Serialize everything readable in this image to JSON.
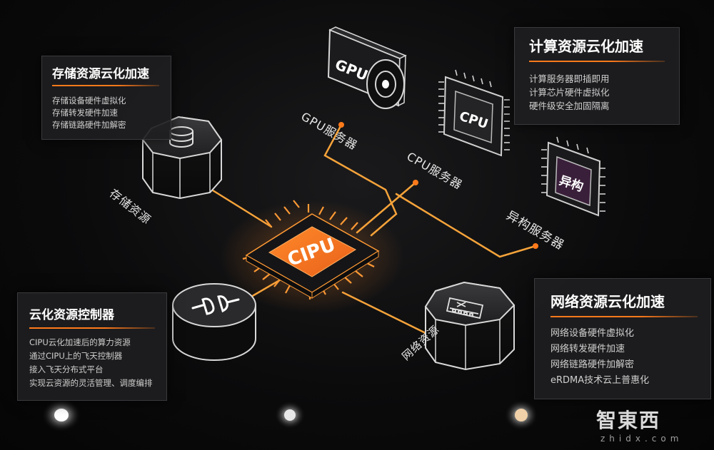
{
  "panels": {
    "storage": {
      "title": "存储资源云化加速",
      "items": [
        "存储设备硬件虚拟化",
        "存储转发硬件加速",
        "存储链路硬件加解密"
      ]
    },
    "compute": {
      "title": "计算资源云化加速",
      "items": [
        "计算服务器即插即用",
        "计算芯片硬件虚拟化",
        "硬件级安全加固隔离"
      ]
    },
    "controller": {
      "title": "云化资源控制器",
      "items": [
        "CIPU云化加速后的算力资源",
        "通过CIPU上的飞天控制器",
        "接入飞天分布式平台",
        "实现云资源的灵活管理、调度编排"
      ]
    },
    "network": {
      "title": "网络资源云化加速",
      "items": [
        "网络设备硬件虚拟化",
        "网络转发硬件加速",
        "网络链路硬件加解密",
        "eRDMA技术云上普惠化"
      ]
    }
  },
  "nodes": {
    "cipu": "CIPU",
    "gpu_chip": "GPU",
    "cpu_chip": "CPU",
    "het_chip": "异构",
    "gpu_label": "GPU服务器",
    "cpu_label": "CPU服务器",
    "het_label": "异构服务器",
    "storage_label": "存储资源",
    "network_label": "网络资源"
  },
  "icons": {
    "storage": "database-icon",
    "network": "network-switch-icon",
    "controller": "plug-icon"
  },
  "colors": {
    "accent": "#ff7a1a",
    "cipu": "#f36f1c",
    "line": "#f5a33a"
  },
  "watermark": {
    "main": "智東西",
    "sub": "zhidx.com"
  }
}
